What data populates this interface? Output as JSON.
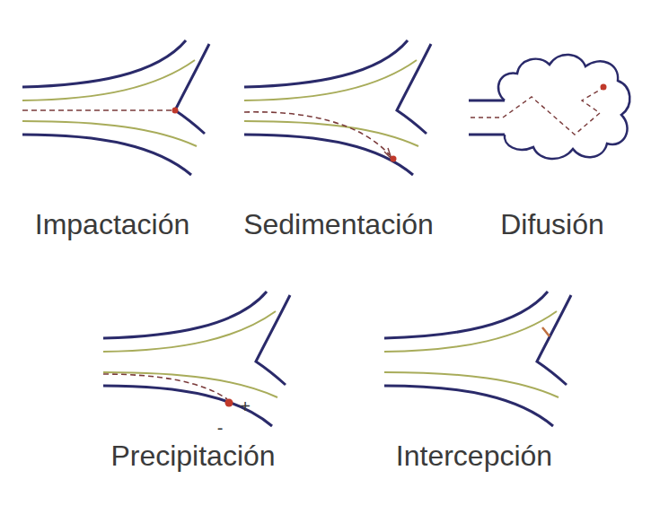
{
  "diagram": {
    "labels": [
      "Impactación",
      "Sedimentación",
      "Difusión",
      "Precipitación",
      "Intercepción",
      "+",
      "-"
    ]
  }
}
